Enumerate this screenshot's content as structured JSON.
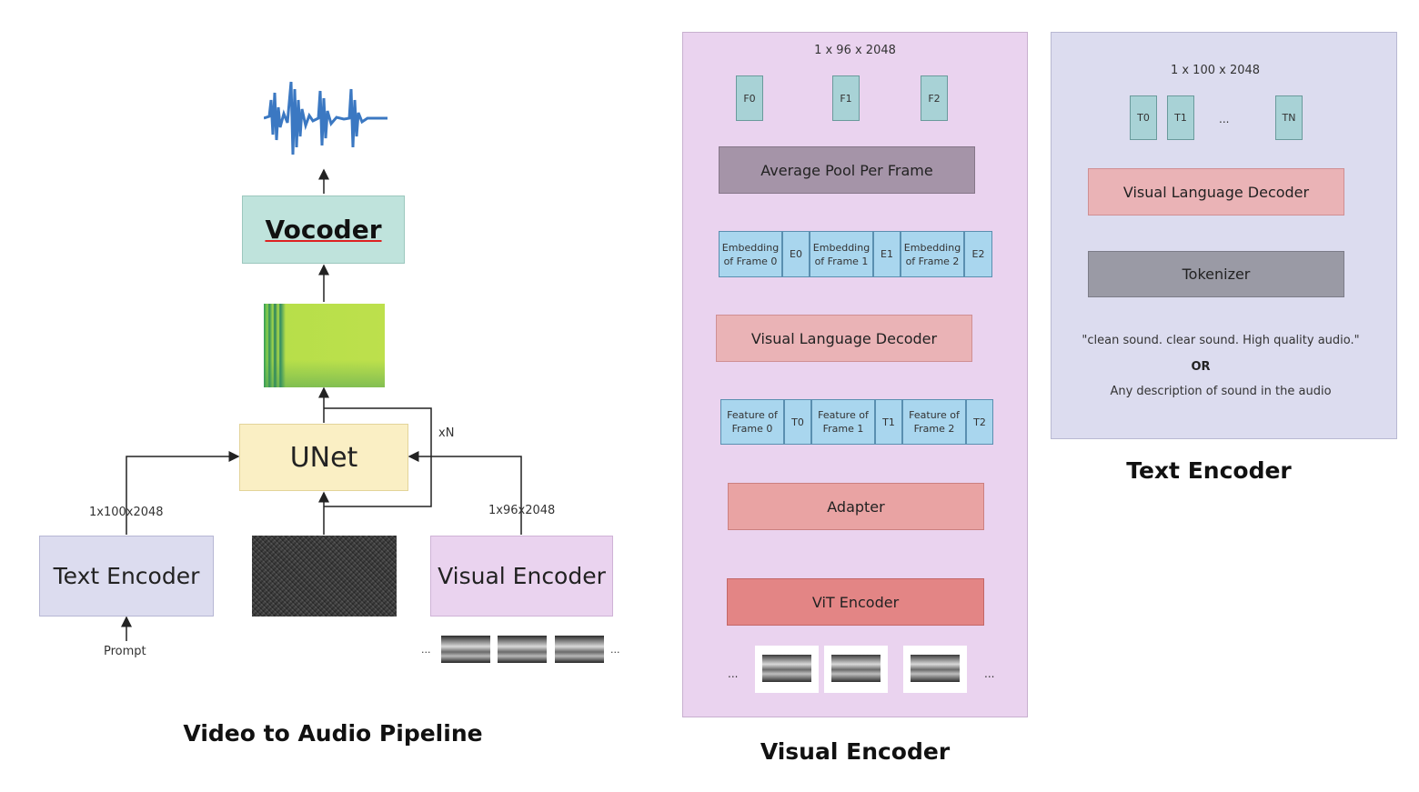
{
  "pipeline": {
    "caption": "Video to Audio Pipeline",
    "vocoder": "Vocoder",
    "unet": "UNet",
    "xn": "xN",
    "text_dim": "1x100x2048",
    "visual_dim": "1x96x2048",
    "text_encoder": "Text Encoder",
    "visual_encoder": "Visual Encoder",
    "prompt": "Prompt",
    "ellipsis": "..."
  },
  "visual_panel": {
    "caption": "Visual Encoder",
    "dim": "1 x 96 x 2048",
    "outputs": [
      "F0",
      "F1",
      "F2"
    ],
    "avg_pool": "Average Pool Per Frame",
    "embeddings": [
      {
        "label": "Embedding of Frame 0",
        "token": "E0"
      },
      {
        "label": "Embedding of Frame 1",
        "token": "E1"
      },
      {
        "label": "Embedding of Frame 2",
        "token": "E2"
      }
    ],
    "vld": "Visual Language Decoder",
    "features": [
      {
        "label": "Feature of Frame 0",
        "token": "T0"
      },
      {
        "label": "Feature of Frame 1",
        "token": "T1"
      },
      {
        "label": "Feature of Frame 2",
        "token": "T2"
      }
    ],
    "adapter": "Adapter",
    "vit": "ViT Encoder",
    "ellipsis": "..."
  },
  "text_panel": {
    "caption": "Text Encoder",
    "dim": "1 x 100 x 2048",
    "tokens": [
      "T0",
      "T1",
      "TN"
    ],
    "ellipsis": "...",
    "vld": "Visual Language Decoder",
    "tokenizer": "Tokenizer",
    "quote": "\"clean sound. clear sound. High quality audio.\"",
    "or": "OR",
    "alt": "Any description of sound in the audio"
  },
  "colors": {
    "vocoder": "#bfe3dc",
    "unet": "#faefc4",
    "text_encoder": "#dcdcef",
    "visual_encoder": "#ead3ef",
    "visual_panel_bg": "#ead3ef",
    "text_panel_bg": "#dcdcef",
    "avg_pool": "#a594a8",
    "vld": "#eab3b6",
    "adapter": "#e9a3a3",
    "vit": "#e38585",
    "tokenizer": "#9a9aa5",
    "token_teal": "#a8d2d6",
    "embedding_blue": "#a9d6ee"
  }
}
